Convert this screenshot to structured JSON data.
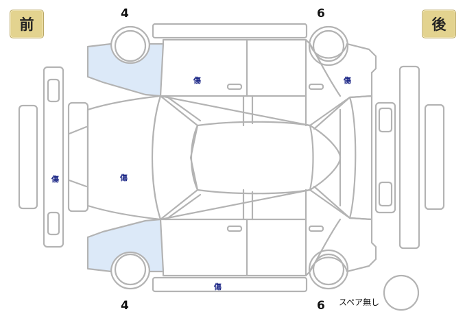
{
  "badges": {
    "front": "前",
    "rear": "後"
  },
  "tire_numbers": {
    "front_top": "4",
    "rear_top": "6",
    "front_bottom": "4",
    "rear_bottom": "6"
  },
  "damage_marks": {
    "front_bumper": "傷",
    "hood": "傷",
    "left_front_door": "傷",
    "left_rear_quarter": "傷",
    "right_rocker": "傷"
  },
  "spare": {
    "label": "スペア無し"
  },
  "colors": {
    "line": "#b3b3b3",
    "highlight": "#dce9f8",
    "badge": "#e3d38f",
    "mark": "#1f2a88"
  }
}
